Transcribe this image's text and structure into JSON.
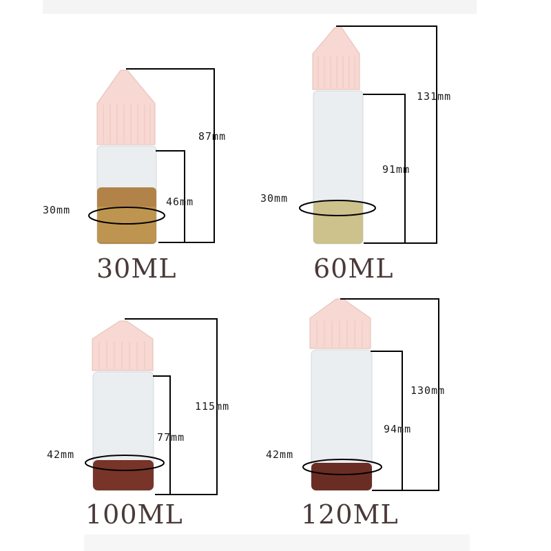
{
  "bottles": [
    {
      "capacity": "30ML",
      "height_total": "87mm",
      "height_body": "46mm",
      "diameter": "30mm",
      "liquid": "amber",
      "liquid_color": "#a8702a"
    },
    {
      "capacity": "60ML",
      "height_total": "131mm",
      "height_body": "91mm",
      "diameter": "30mm",
      "liquid": "pale-yellow",
      "liquid_color": "#c8b87a"
    },
    {
      "capacity": "100ML",
      "height_total": "115mm",
      "height_body": "77mm",
      "diameter": "42mm",
      "liquid": "dark-red-brown",
      "liquid_color": "#6e2418"
    },
    {
      "capacity": "120ML",
      "height_total": "130mm",
      "height_body": "94mm",
      "diameter": "42mm",
      "liquid": "dark-red-brown",
      "liquid_color": "#5e1c12"
    }
  ],
  "colors": {
    "cap": "#f7d8d2",
    "bottle": "#e9eef2",
    "line": "#000000",
    "ellipse": "#000000"
  }
}
